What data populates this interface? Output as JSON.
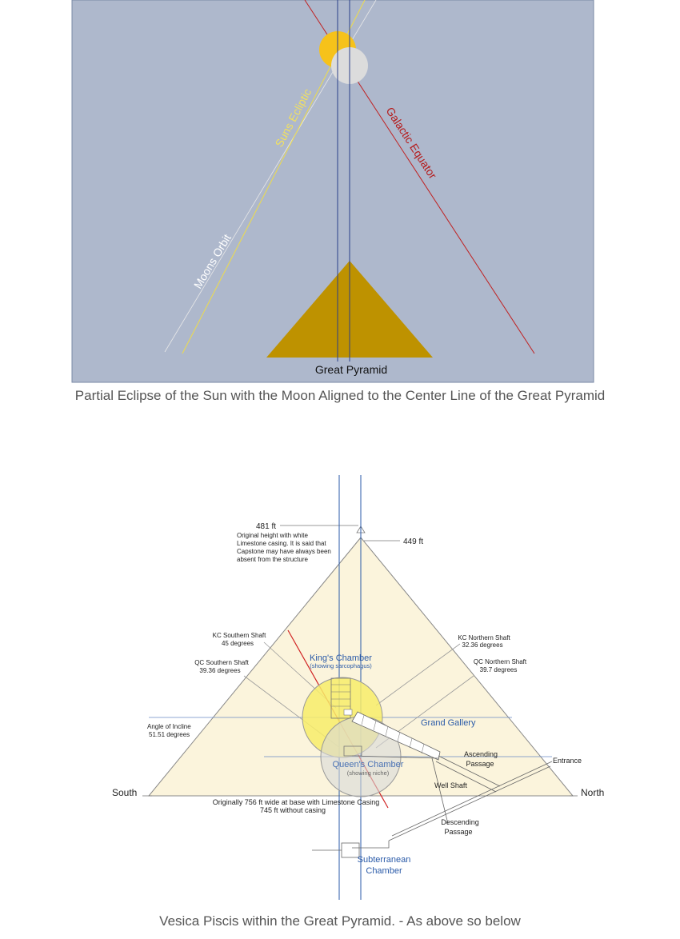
{
  "figure1": {
    "labels": {
      "suns_ecliptic": "Suns Ecliptic",
      "moons_orbit": "Moons Orbit",
      "galactic_equator": "Galactic Equator",
      "great_pyramid": "Great Pyramid"
    },
    "caption": "Partial Eclipse of the Sun with the Moon Aligned to the Center Line of the Great Pyramid",
    "colors": {
      "sky": "#aeb8cc",
      "sun": "#f6c21a",
      "moon": "#dcdcdc",
      "pyramid": "#be9200"
    }
  },
  "figure2": {
    "labels": {
      "h481": "481 ft",
      "h481_note1": "Original height with white",
      "h481_note2": "Limestone casing. It is said that",
      "h481_note3": "Capstone may have always been",
      "h481_note4": "absent from the structure",
      "h449": "449 ft",
      "kc_south1": "KC Southern Shaft",
      "kc_south2": "45 degrees",
      "qc_south1": "QC Southern Shaft",
      "qc_south2": "39.36 degrees",
      "kc_north1": "KC Northern Shaft",
      "kc_north2": "32.36 degrees",
      "qc_north1": "QC Northern Shaft",
      "qc_north2": "39.7 degrees",
      "kings1": "King's Chamber",
      "kings2": "(showing sarcophagus)",
      "grand_gallery": "Grand Gallery",
      "angle1": "Angle of Incline",
      "angle2": "51.51 degrees",
      "ascending1": "Ascending",
      "ascending2": "Passage",
      "entrance": "Entrance",
      "queens1": "Queen's Chamber",
      "queens2": "(showing niche)",
      "well_shaft": "Well Shaft",
      "south": "South",
      "north": "North",
      "base1": "Originally 756 ft wide at base with Limestone Casing",
      "base2": "745 ft without casing",
      "descending1": "Descending",
      "descending2": "Passage",
      "subterranean1": "Subterranean",
      "subterranean2": "Chamber"
    },
    "caption": "Vesica Piscis within the Great Pyramid. - As above so below",
    "colors": {
      "pyramid_fill": "#fbf4dc",
      "kings_circle": "#f7ec6a",
      "queens_circle": "#d8d8d8",
      "label_blue": "#2a5aa8"
    }
  }
}
